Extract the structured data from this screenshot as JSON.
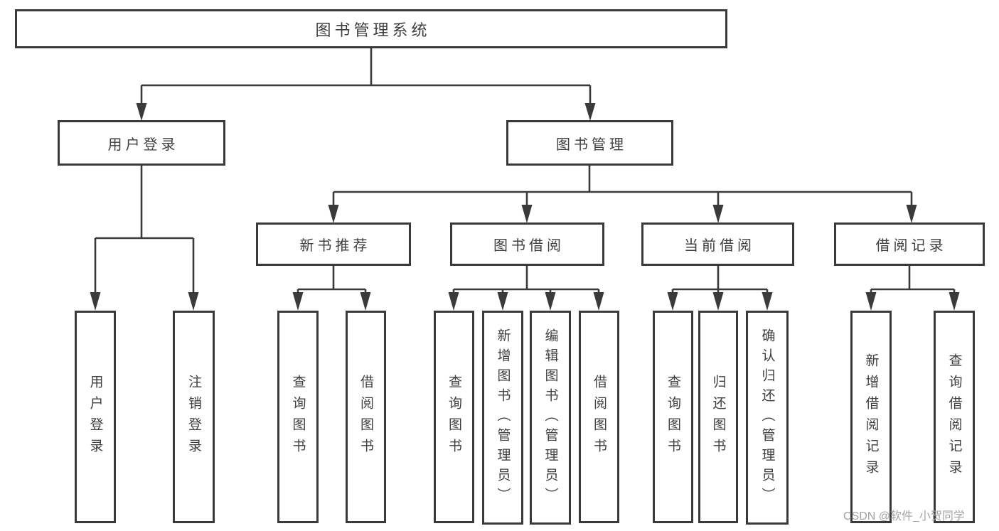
{
  "diagram": {
    "type": "function-tree",
    "root": {
      "label": "图书管理系统",
      "children": [
        {
          "label": "用户登录",
          "children": [
            {
              "label": "用户登录"
            },
            {
              "label": "注销登录"
            }
          ]
        },
        {
          "label": "图书管理",
          "children": [
            {
              "label": "新书推荐",
              "children": [
                {
                  "label": "查询图书"
                },
                {
                  "label": "借阅图书"
                }
              ]
            },
            {
              "label": "图书借阅",
              "children": [
                {
                  "label": "查询图书"
                },
                {
                  "label": "新增图书（管理员）"
                },
                {
                  "label": "编辑图书（管理员）"
                },
                {
                  "label": "借阅图书"
                }
              ]
            },
            {
              "label": "当前借阅",
              "children": [
                {
                  "label": "查询图书"
                },
                {
                  "label": "归还图书"
                },
                {
                  "label": "确认归还（管理员）"
                }
              ]
            },
            {
              "label": "借阅记录",
              "children": [
                {
                  "label": "新增借阅记录"
                },
                {
                  "label": "查询借阅记录"
                }
              ]
            }
          ]
        }
      ]
    }
  },
  "watermark": {
    "text": "CSDN @软件_小贺同学"
  },
  "colors": {
    "line": "#3a3a3a",
    "box_border": "#3a3a3a",
    "text": "#3f3f3f",
    "background": "#ffffff",
    "watermark": "#a3a3a3"
  }
}
